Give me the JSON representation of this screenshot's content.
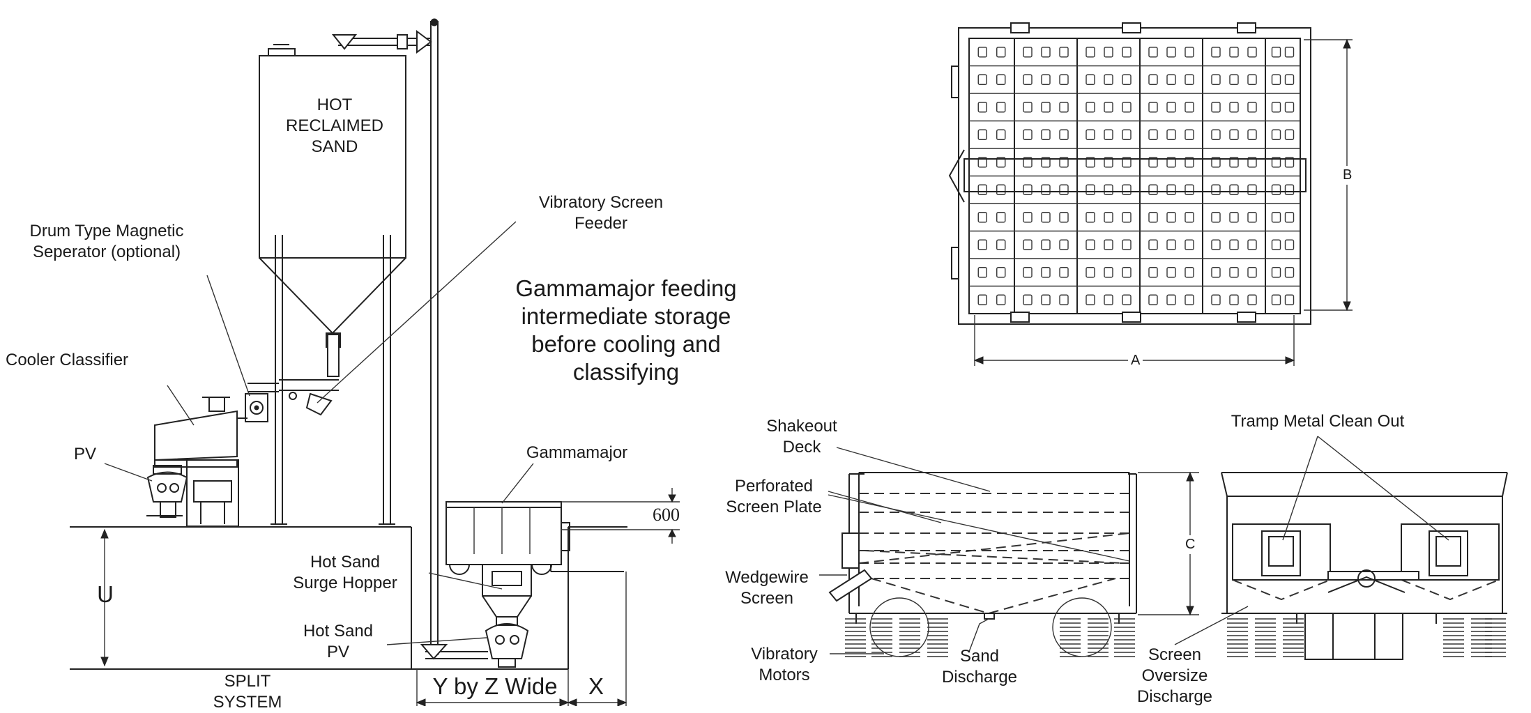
{
  "labels": {
    "hot_reclaimed_sand": "HOT\nRECLAIMED\nSAND",
    "drum_magnetic": "Drum Type Magnetic\nSeperator (optional)",
    "cooler_classifier": "Cooler Classifier",
    "pv": "PV",
    "vibratory_screen_feeder": "Vibratory Screen\nFeeder",
    "caption": "Gammamajor feeding\nintermediate storage\nbefore cooling and\nclassifying",
    "gammamajor": "Gammamajor",
    "dim_600": "600",
    "hot_sand_surge_hopper": "Hot Sand\nSurge Hopper",
    "hot_sand_pv": "Hot Sand\nPV",
    "dim_u": "U",
    "split_system": "SPLIT\nSYSTEM",
    "dim_ybyz": "Y by Z Wide",
    "dim_x": "X",
    "dim_a": "A",
    "dim_b": "B",
    "dim_c": "C",
    "shakeout_deck": "Shakeout\nDeck",
    "perforated_screen_plate": "Perforated\nScreen Plate",
    "wedgewire_screen": "Wedgewire\nScreen",
    "vibratory_motors": "Vibratory\nMotors",
    "sand_discharge": "Sand\nDischarge",
    "tramp_metal": "Tramp Metal Clean Out",
    "screen_oversize": "Screen\nOversize\nDischarge"
  }
}
